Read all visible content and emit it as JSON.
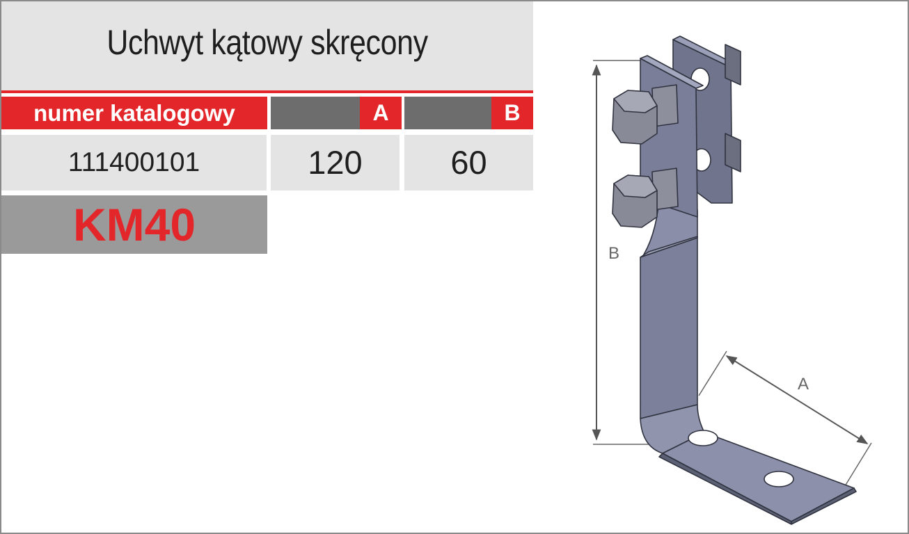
{
  "product": {
    "title": "Uchwyt kątowy skręcony",
    "model": "KM40"
  },
  "table": {
    "header_label": "numer katalogowy",
    "columns": [
      "A",
      "B"
    ],
    "row": {
      "catalog_number": "111400101",
      "A": "120",
      "B": "60"
    }
  },
  "drawing": {
    "dimension_labels": [
      "A",
      "B"
    ]
  },
  "colors": {
    "accent_red": "#e3262a",
    "band_gray": "#e4e4e4",
    "header_gray": "#6d6d6d",
    "model_gray": "#9a9a9a",
    "steel": "#7b7f9a"
  }
}
